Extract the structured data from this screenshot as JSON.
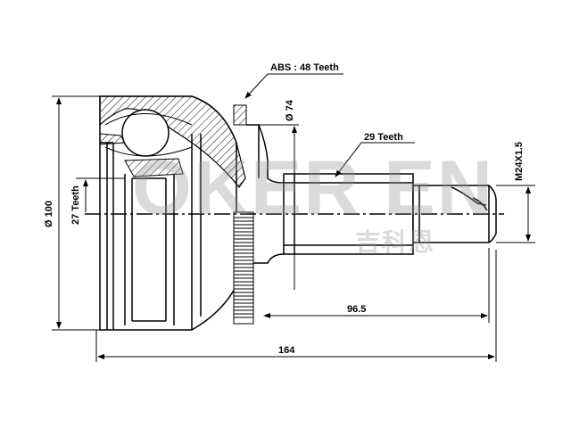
{
  "drawing": {
    "labels": {
      "abs": "ABS : 48 Teeth",
      "outer_teeth": "27 Teeth",
      "shaft_teeth": "29 Teeth",
      "outer_diameter": "Ø 100",
      "seal_diameter": "Ø 74",
      "thread": "M24X1.5",
      "shaft_length": "96.5",
      "total_length": "164"
    },
    "watermark": {
      "brand": "OKER EN",
      "chinese": "吉科恩"
    },
    "colors": {
      "line": "#000000",
      "hatch": "#000000",
      "watermark": "#9a9a9a"
    }
  }
}
